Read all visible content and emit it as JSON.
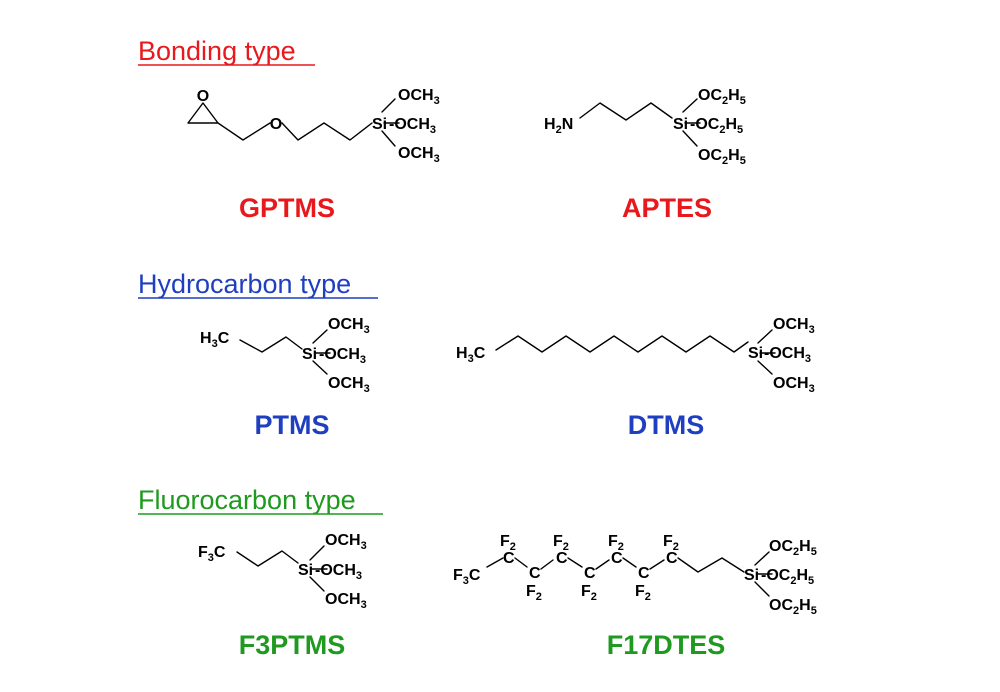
{
  "colors": {
    "bonding": "#e8191c",
    "hydrocarbon": "#1f3fc0",
    "fluorocarbon": "#1e9a1e",
    "structure": "#000000"
  },
  "sections": {
    "bonding": {
      "title": "Bonding type"
    },
    "hydrocarbon": {
      "title": "Hydrocarbon type"
    },
    "fluorocarbon": {
      "title": "Fluorocarbon type"
    }
  },
  "compounds": {
    "gptms": {
      "name": "GPTMS"
    },
    "aptes": {
      "name": "APTES"
    },
    "ptms": {
      "name": "PTMS"
    },
    "dtms": {
      "name": "DTMS"
    },
    "f3ptms": {
      "name": "F3PTMS"
    },
    "f17dtes": {
      "name": "F17DTES"
    }
  },
  "atoms": {
    "O": "O",
    "Si": "Si",
    "C": "C",
    "H": "H",
    "N": "N",
    "F": "F",
    "dash": "-",
    "digit2": "2",
    "digit3": "3",
    "digit5": "5"
  }
}
